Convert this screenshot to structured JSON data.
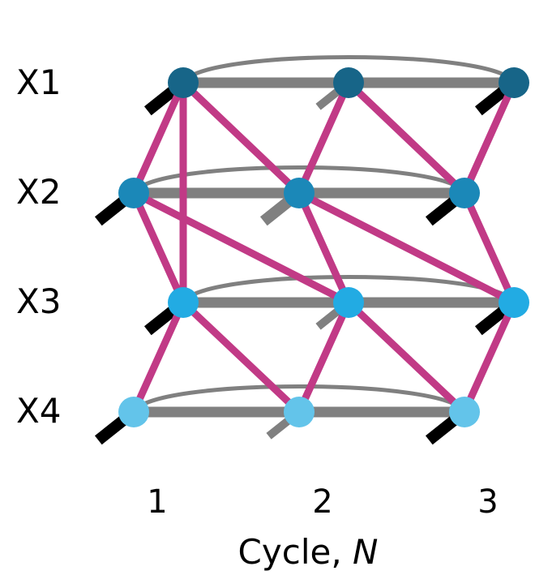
{
  "variables": [
    "X1",
    "X2",
    "X3",
    "X4"
  ],
  "cycles": [
    "1",
    "2",
    "3"
  ],
  "xlabel": {
    "prefix": "Cycle, ",
    "symbol": "N"
  },
  "colors": {
    "X1": "#176588",
    "X2": "#1b88b8",
    "X3": "#22abe3",
    "X4": "#63c4ea",
    "cross_link": "#c13a86",
    "auto_link": "#808080",
    "self_stub": "#000000"
  },
  "nodes": [
    {
      "var": "X1",
      "cycle": 1
    },
    {
      "var": "X1",
      "cycle": 2
    },
    {
      "var": "X1",
      "cycle": 3
    },
    {
      "var": "X2",
      "cycle": 1
    },
    {
      "var": "X2",
      "cycle": 2
    },
    {
      "var": "X2",
      "cycle": 3
    },
    {
      "var": "X3",
      "cycle": 1
    },
    {
      "var": "X3",
      "cycle": 2
    },
    {
      "var": "X3",
      "cycle": 3
    },
    {
      "var": "X4",
      "cycle": 1
    },
    {
      "var": "X4",
      "cycle": 2
    },
    {
      "var": "X4",
      "cycle": 3
    }
  ],
  "auto_links": [
    {
      "var": "X1",
      "from": 1,
      "to": 2
    },
    {
      "var": "X1",
      "from": 2,
      "to": 3
    },
    {
      "var": "X2",
      "from": 1,
      "to": 2
    },
    {
      "var": "X2",
      "from": 2,
      "to": 3
    },
    {
      "var": "X3",
      "from": 1,
      "to": 2
    },
    {
      "var": "X3",
      "from": 2,
      "to": 3
    },
    {
      "var": "X4",
      "from": 1,
      "to": 2
    },
    {
      "var": "X4",
      "from": 2,
      "to": 3
    }
  ],
  "lag2_links": [
    {
      "var": "X1",
      "from": 1,
      "to": 3
    },
    {
      "var": "X2",
      "from": 1,
      "to": 3
    },
    {
      "var": "X3",
      "from": 1,
      "to": 3
    },
    {
      "var": "X4",
      "from": 1,
      "to": 3
    }
  ],
  "cross_links": [
    {
      "a": [
        "X1",
        1
      ],
      "b": [
        "X2",
        1
      ]
    },
    {
      "a": [
        "X1",
        1
      ],
      "b": [
        "X3",
        1
      ]
    },
    {
      "a": [
        "X1",
        1
      ],
      "b": [
        "X2",
        2
      ]
    },
    {
      "a": [
        "X1",
        2
      ],
      "b": [
        "X2",
        2
      ]
    },
    {
      "a": [
        "X1",
        2
      ],
      "b": [
        "X2",
        3
      ]
    },
    {
      "a": [
        "X1",
        3
      ],
      "b": [
        "X2",
        3
      ]
    },
    {
      "a": [
        "X2",
        1
      ],
      "b": [
        "X3",
        1
      ]
    },
    {
      "a": [
        "X2",
        1
      ],
      "b": [
        "X3",
        2
      ]
    },
    {
      "a": [
        "X2",
        2
      ],
      "b": [
        "X3",
        2
      ]
    },
    {
      "a": [
        "X2",
        2
      ],
      "b": [
        "X3",
        3
      ]
    },
    {
      "a": [
        "X2",
        3
      ],
      "b": [
        "X3",
        3
      ]
    },
    {
      "a": [
        "X3",
        1
      ],
      "b": [
        "X4",
        1
      ]
    },
    {
      "a": [
        "X3",
        1
      ],
      "b": [
        "X4",
        2
      ]
    },
    {
      "a": [
        "X3",
        2
      ],
      "b": [
        "X4",
        2
      ]
    },
    {
      "a": [
        "X3",
        2
      ],
      "b": [
        "X4",
        3
      ]
    },
    {
      "a": [
        "X3",
        3
      ],
      "b": [
        "X4",
        3
      ]
    }
  ],
  "self_stubs": [
    {
      "var": "X1",
      "cycle": 1,
      "color": "self_stub",
      "strength": "strong"
    },
    {
      "var": "X1",
      "cycle": 2,
      "color": "auto_link",
      "strength": "weak"
    },
    {
      "var": "X1",
      "cycle": 3,
      "color": "self_stub",
      "strength": "strong"
    },
    {
      "var": "X2",
      "cycle": 1,
      "color": "self_stub",
      "strength": "strong"
    },
    {
      "var": "X2",
      "cycle": 2,
      "color": "auto_link",
      "strength": "strong"
    },
    {
      "var": "X2",
      "cycle": 3,
      "color": "self_stub",
      "strength": "strong"
    },
    {
      "var": "X3",
      "cycle": 1,
      "color": "self_stub",
      "strength": "strong"
    },
    {
      "var": "X3",
      "cycle": 2,
      "color": "auto_link",
      "strength": "weak"
    },
    {
      "var": "X3",
      "cycle": 3,
      "color": "self_stub",
      "strength": "strong"
    },
    {
      "var": "X4",
      "cycle": 1,
      "color": "self_stub",
      "strength": "strong"
    },
    {
      "var": "X4",
      "cycle": 2,
      "color": "auto_link",
      "strength": "weak"
    },
    {
      "var": "X4",
      "cycle": 3,
      "color": "self_stub",
      "strength": "strong"
    }
  ]
}
